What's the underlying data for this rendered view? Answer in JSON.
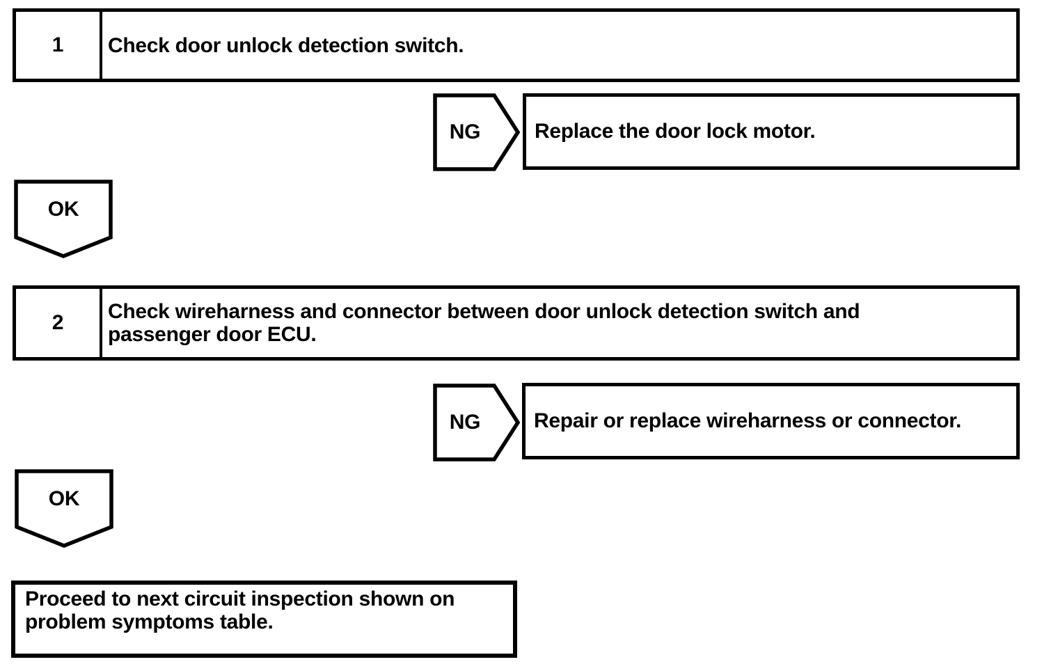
{
  "colors": {
    "ink": "#000000",
    "paper": "#ffffff"
  },
  "flowchart": {
    "labels": {
      "ng": "NG",
      "ok": "OK"
    },
    "steps": [
      {
        "number": "1",
        "lines": [
          "Check door unlock detection switch."
        ]
      },
      {
        "number": "2",
        "lines": [
          "Check wireharness and connector between door unlock detection switch and",
          "passenger door ECU."
        ]
      }
    ],
    "ng_results": [
      {
        "lines": [
          "Replace the door lock motor."
        ]
      },
      {
        "lines": [
          "Repair or replace wireharness or connector."
        ]
      }
    ],
    "final_action": {
      "lines": [
        "Proceed to next circuit inspection shown on",
        "problem symptoms table."
      ]
    }
  }
}
